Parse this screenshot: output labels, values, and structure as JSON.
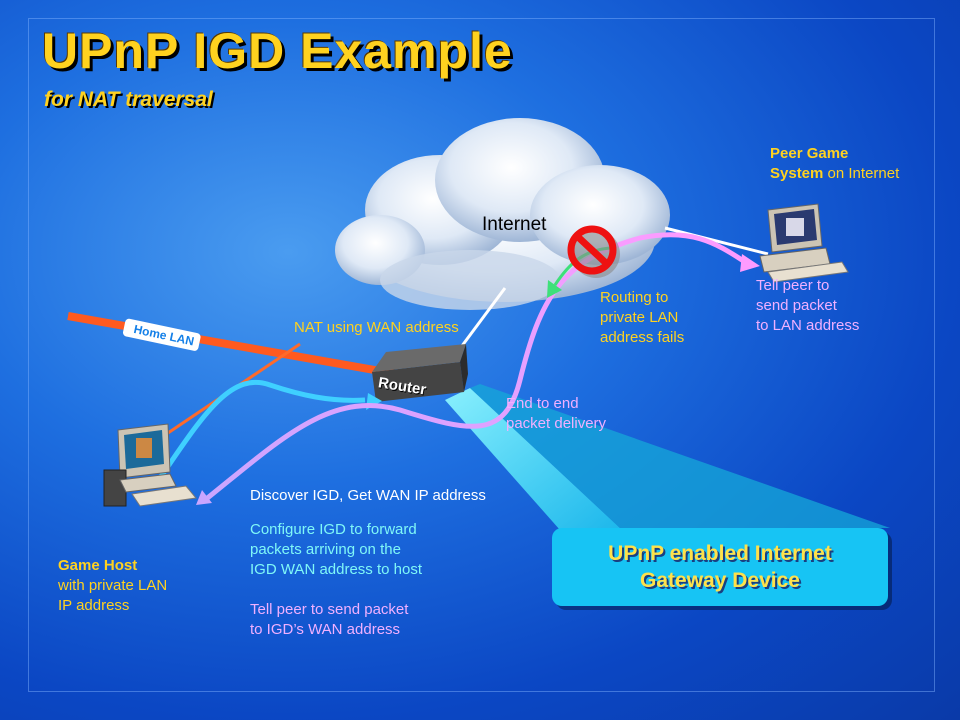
{
  "title": "UPnP IGD Example",
  "subtitle": "for NAT traversal",
  "internet_label": "Internet",
  "peer_label": {
    "bold": "Peer Game\nSystem",
    "rest": " on Internet"
  },
  "tell_peer_lan": "Tell peer to\nsend packet\nto LAN address",
  "routing_fails": "Routing to\nprivate LAN\naddress fails",
  "nat_label": "NAT using WAN address",
  "home_lan": "Home LAN",
  "router": "Router",
  "end_to_end": "End to end\npacket delivery",
  "discover": "Discover IGD, Get WAN IP address",
  "configure": "Configure IGD to forward\npackets arriving on the\nIGD WAN address to host",
  "tell_peer_wan": "Tell peer to send packet\n to IGD’s WAN address",
  "game_host": {
    "bold": "Game Host",
    "rest": "\nwith private LAN\n IP address"
  },
  "gateway": "UPnP enabled Internet\nGateway Device",
  "colors": {
    "title": "#ffd21f",
    "purple_path": "#e8a2ff",
    "cyan_path": "#3fd0ff",
    "lan_line": "#ff5a1f",
    "gateway_box": "#17c4f4"
  }
}
